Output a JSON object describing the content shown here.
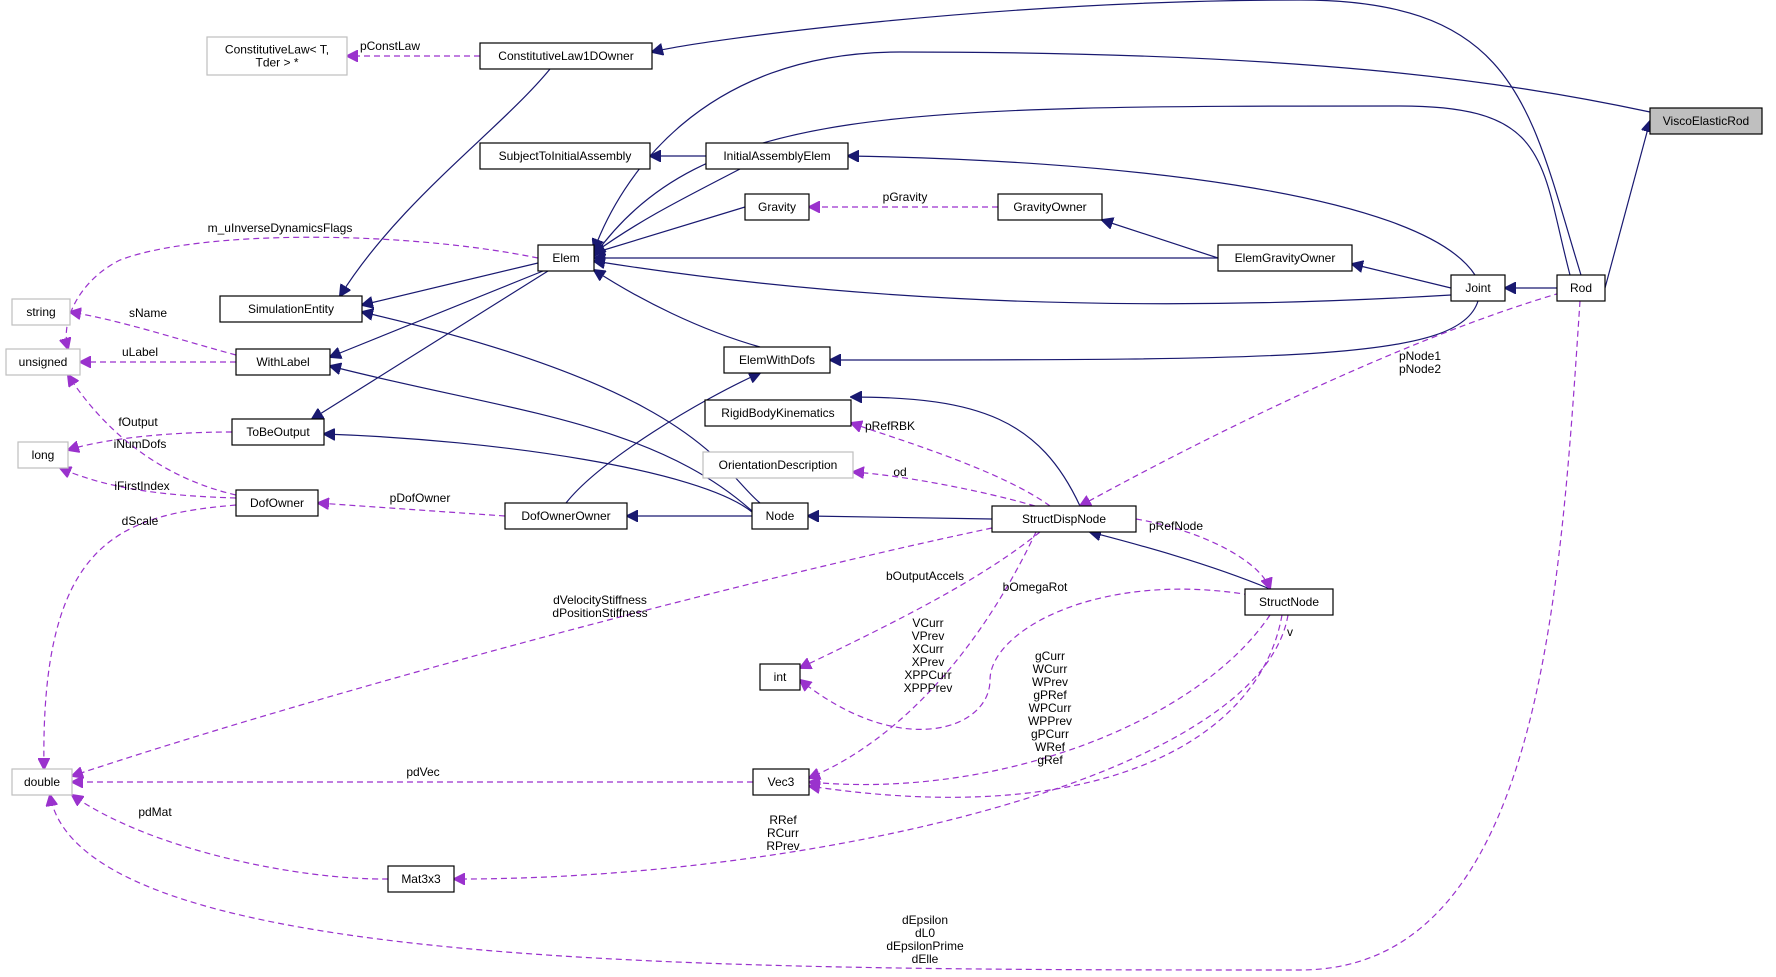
{
  "diagram": {
    "nodes": [
      {
        "id": "ViscoElasticRod",
        "label": "ViscoElasticRod",
        "style": "focus"
      },
      {
        "id": "ConstitutiveLaw1DOwner",
        "label": "ConstitutiveLaw1DOwner",
        "style": "normal"
      },
      {
        "id": "ConstitutiveLawT",
        "label": "ConstitutiveLaw< T,\nTder > *",
        "style": "external"
      },
      {
        "id": "SubjectToInitialAssembly",
        "label": "SubjectToInitialAssembly",
        "style": "normal"
      },
      {
        "id": "InitialAssemblyElem",
        "label": "InitialAssemblyElem",
        "style": "normal"
      },
      {
        "id": "Gravity",
        "label": "Gravity",
        "style": "normal"
      },
      {
        "id": "GravityOwner",
        "label": "GravityOwner",
        "style": "normal"
      },
      {
        "id": "Elem",
        "label": "Elem",
        "style": "normal"
      },
      {
        "id": "ElemGravityOwner",
        "label": "ElemGravityOwner",
        "style": "normal"
      },
      {
        "id": "Joint",
        "label": "Joint",
        "style": "normal"
      },
      {
        "id": "Rod",
        "label": "Rod",
        "style": "normal"
      },
      {
        "id": "string",
        "label": "string",
        "style": "external"
      },
      {
        "id": "SimulationEntity",
        "label": "SimulationEntity",
        "style": "normal"
      },
      {
        "id": "unsigned",
        "label": "unsigned",
        "style": "external"
      },
      {
        "id": "WithLabel",
        "label": "WithLabel",
        "style": "normal"
      },
      {
        "id": "ElemWithDofs",
        "label": "ElemWithDofs",
        "style": "normal"
      },
      {
        "id": "RigidBodyKinematics",
        "label": "RigidBodyKinematics",
        "style": "normal"
      },
      {
        "id": "long",
        "label": "long",
        "style": "external"
      },
      {
        "id": "ToBeOutput",
        "label": "ToBeOutput",
        "style": "normal"
      },
      {
        "id": "OrientationDescription",
        "label": "OrientationDescription",
        "style": "external"
      },
      {
        "id": "DofOwner",
        "label": "DofOwner",
        "style": "normal"
      },
      {
        "id": "DofOwnerOwner",
        "label": "DofOwnerOwner",
        "style": "normal"
      },
      {
        "id": "Node",
        "label": "Node",
        "style": "normal"
      },
      {
        "id": "StructDispNode",
        "label": "StructDispNode",
        "style": "normal"
      },
      {
        "id": "StructNode",
        "label": "StructNode",
        "style": "normal"
      },
      {
        "id": "int",
        "label": "int",
        "style": "normal"
      },
      {
        "id": "double",
        "label": "double",
        "style": "external"
      },
      {
        "id": "Vec3",
        "label": "Vec3",
        "style": "normal"
      },
      {
        "id": "Mat3x3",
        "label": "Mat3x3",
        "style": "normal"
      }
    ],
    "edges": [
      {
        "id": "e-rod-visco",
        "from": "Rod",
        "to": "ViscoElasticRod",
        "kind": "inherit",
        "label": ""
      },
      {
        "id": "e-cl1d-rod",
        "from": "ConstitutiveLaw1DOwner",
        "to": "Rod",
        "kind": "inherit",
        "label": ""
      },
      {
        "id": "e-elem-visco",
        "from": "Elem",
        "to": "ViscoElasticRod",
        "kind": "inherit",
        "label": ""
      },
      {
        "id": "e-elem-rod",
        "from": "Elem",
        "to": "Rod",
        "kind": "inherit",
        "label": ""
      },
      {
        "id": "e-claw-cl1d",
        "from": "ConstitutiveLawT",
        "to": "ConstitutiveLaw1DOwner",
        "kind": "use",
        "label": "pConstLaw"
      },
      {
        "id": "e-sim-cl1d",
        "from": "SimulationEntity",
        "to": "ConstitutiveLaw1DOwner",
        "kind": "inherit",
        "label": ""
      },
      {
        "id": "e-subj-iae",
        "from": "SubjectToInitialAssembly",
        "to": "InitialAssemblyElem",
        "kind": "inherit",
        "label": ""
      },
      {
        "id": "e-iae-joint",
        "from": "InitialAssemblyElem",
        "to": "Joint",
        "kind": "inherit",
        "label": ""
      },
      {
        "id": "e-elem-iae",
        "from": "Elem",
        "to": "InitialAssemblyElem",
        "kind": "inherit",
        "label": ""
      },
      {
        "id": "e-elem-gravity",
        "from": "Elem",
        "to": "Gravity",
        "kind": "inherit",
        "label": ""
      },
      {
        "id": "e-gravity-gowner",
        "from": "Gravity",
        "to": "GravityOwner",
        "kind": "use",
        "label": "pGravity"
      },
      {
        "id": "e-gowner-egowner",
        "from": "GravityOwner",
        "to": "ElemGravityOwner",
        "kind": "inherit",
        "label": ""
      },
      {
        "id": "e-elem-egowner",
        "from": "Elem",
        "to": "ElemGravityOwner",
        "kind": "inherit",
        "label": ""
      },
      {
        "id": "e-egowner-joint",
        "from": "ElemGravityOwner",
        "to": "Joint",
        "kind": "inherit",
        "label": ""
      },
      {
        "id": "e-elem-joint",
        "from": "Elem",
        "to": "Joint",
        "kind": "inherit",
        "label": ""
      },
      {
        "id": "e-joint-rod",
        "from": "Joint",
        "to": "Rod",
        "kind": "inherit",
        "label": ""
      },
      {
        "id": "e-unsigned-elem",
        "from": "unsigned",
        "to": "Elem",
        "kind": "use",
        "label": "m_uInverseDynamicsFlags"
      },
      {
        "id": "e-sim-elem",
        "from": "SimulationEntity",
        "to": "Elem",
        "kind": "inherit",
        "label": ""
      },
      {
        "id": "e-withlabel-elem",
        "from": "WithLabel",
        "to": "Elem",
        "kind": "inherit",
        "label": ""
      },
      {
        "id": "e-tbo-elem",
        "from": "ToBeOutput",
        "to": "Elem",
        "kind": "inherit",
        "label": ""
      },
      {
        "id": "e-elem-ewd",
        "from": "Elem",
        "to": "ElemWithDofs",
        "kind": "inherit",
        "label": ""
      },
      {
        "id": "e-string-withlabel",
        "from": "string",
        "to": "WithLabel",
        "kind": "use",
        "label": "sName"
      },
      {
        "id": "e-unsigned-withlabel",
        "from": "unsigned",
        "to": "WithLabel",
        "kind": "use",
        "label": "uLabel"
      },
      {
        "id": "e-sim-node",
        "from": "SimulationEntity",
        "to": "Node",
        "kind": "inherit",
        "label": ""
      },
      {
        "id": "e-withlabel-node",
        "from": "WithLabel",
        "to": "Node",
        "kind": "inherit",
        "label": ""
      },
      {
        "id": "e-ewd-joint",
        "from": "ElemWithDofs",
        "to": "Joint",
        "kind": "inherit",
        "label": ""
      },
      {
        "id": "e-dofoo-ewd",
        "from": "DofOwnerOwner",
        "to": "ElemWithDofs",
        "kind": "inherit",
        "label": ""
      },
      {
        "id": "e-rbk-sdn",
        "from": "RigidBodyKinematics",
        "to": "StructDispNode",
        "kind": "use",
        "label": "pRefRBK"
      },
      {
        "id": "e-rbk-sdn-inh",
        "from": "RigidBodyKinematics",
        "to": "StructDispNode",
        "kind": "inherit",
        "label": ""
      },
      {
        "id": "e-long-tbo",
        "from": "long",
        "to": "ToBeOutput",
        "kind": "use",
        "label": "fOutput"
      },
      {
        "id": "e-tbo-node",
        "from": "ToBeOutput",
        "to": "Node",
        "kind": "inherit",
        "label": ""
      },
      {
        "id": "e-od-sdn",
        "from": "OrientationDescription",
        "to": "StructDispNode",
        "kind": "use",
        "label": "od"
      },
      {
        "id": "e-unsigned-dofowner",
        "from": "unsigned",
        "to": "DofOwner",
        "kind": "use",
        "label": "iNumDofs"
      },
      {
        "id": "e-long-dofowner",
        "from": "long",
        "to": "DofOwner",
        "kind": "use",
        "label": "iFirstIndex"
      },
      {
        "id": "e-dofowner-dofoo",
        "from": "DofOwner",
        "to": "DofOwnerOwner",
        "kind": "use",
        "label": "pDofOwner"
      },
      {
        "id": "e-dofoo-node",
        "from": "DofOwnerOwner",
        "to": "Node",
        "kind": "inherit",
        "label": ""
      },
      {
        "id": "e-node-sdn",
        "from": "Node",
        "to": "StructDispNode",
        "kind": "inherit",
        "label": ""
      },
      {
        "id": "e-sdn-rod",
        "from": "StructDispNode",
        "to": "Rod",
        "kind": "use",
        "label": "pNode1\npNode2"
      },
      {
        "id": "e-sdn-sn",
        "from": "StructDispNode",
        "to": "StructNode",
        "kind": "inherit",
        "label": ""
      },
      {
        "id": "e-sn-sdn",
        "from": "StructNode",
        "to": "StructDispNode",
        "kind": "use",
        "label": "pRefNode"
      },
      {
        "id": "e-int-sdn",
        "from": "int",
        "to": "StructDispNode",
        "kind": "use",
        "label": "bOutputAccels"
      },
      {
        "id": "e-int-sn",
        "from": "int",
        "to": "StructNode",
        "kind": "use",
        "label": "bOmegaRot"
      },
      {
        "id": "e-double-dofowner",
        "from": "double",
        "to": "DofOwner",
        "kind": "use",
        "label": "dScale"
      },
      {
        "id": "e-double-sdn",
        "from": "double",
        "to": "StructDispNode",
        "kind": "use",
        "label": "dVelocityStiffness\ndPositionStiffness"
      },
      {
        "id": "e-vec3-sdn",
        "from": "Vec3",
        "to": "StructDispNode",
        "kind": "use",
        "label": "VCurr\nVPrev\nXCurr\nXPrev\nXPPCurr\nXPPPrev"
      },
      {
        "id": "e-vec3-sn",
        "from": "Vec3",
        "to": "StructNode",
        "kind": "use",
        "label": "gCurr\nWCurr\nWPrev\ngPRef\nWPCurr\nWPPrev\ngPCurr\nWRef\ngRef"
      },
      {
        "id": "e-double-vec3",
        "from": "double",
        "to": "Vec3",
        "kind": "use",
        "label": "pdVec"
      },
      {
        "id": "e-double-mat",
        "from": "double",
        "to": "Mat3x3",
        "kind": "use",
        "label": "pdMat"
      },
      {
        "id": "e-mat-sn",
        "from": "Mat3x3",
        "to": "StructNode",
        "kind": "use",
        "label": "RRef\nRCurr\nRPrev"
      },
      {
        "id": "e-vec3-sn-v",
        "from": "Vec3",
        "to": "StructNode",
        "kind": "use",
        "label": "v"
      },
      {
        "id": "e-double-rod",
        "from": "double",
        "to": "Rod",
        "kind": "use",
        "label": "dEpsilon\ndL0\ndEpsilonPrime\ndElle"
      }
    ]
  }
}
